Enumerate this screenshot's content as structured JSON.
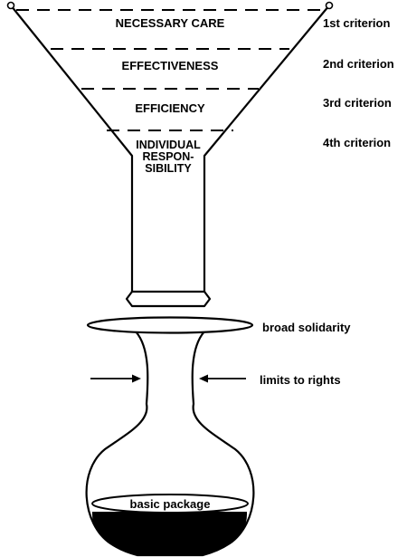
{
  "funnel_levels": [
    {
      "label": "NECESSARY CARE",
      "criterion": "1st criterion"
    },
    {
      "label": "EFFECTIVENESS",
      "criterion": "2nd criterion"
    },
    {
      "label": "EFFICIENCY",
      "criterion": "3rd criterion"
    },
    {
      "label_lines": [
        "INDIVIDUAL",
        "RESPON-",
        "SIBILITY"
      ],
      "criterion": "4th criterion"
    }
  ],
  "flask": {
    "rim_label": "broad solidarity",
    "neck_label": "limits to rights",
    "content_label": "basic package"
  }
}
